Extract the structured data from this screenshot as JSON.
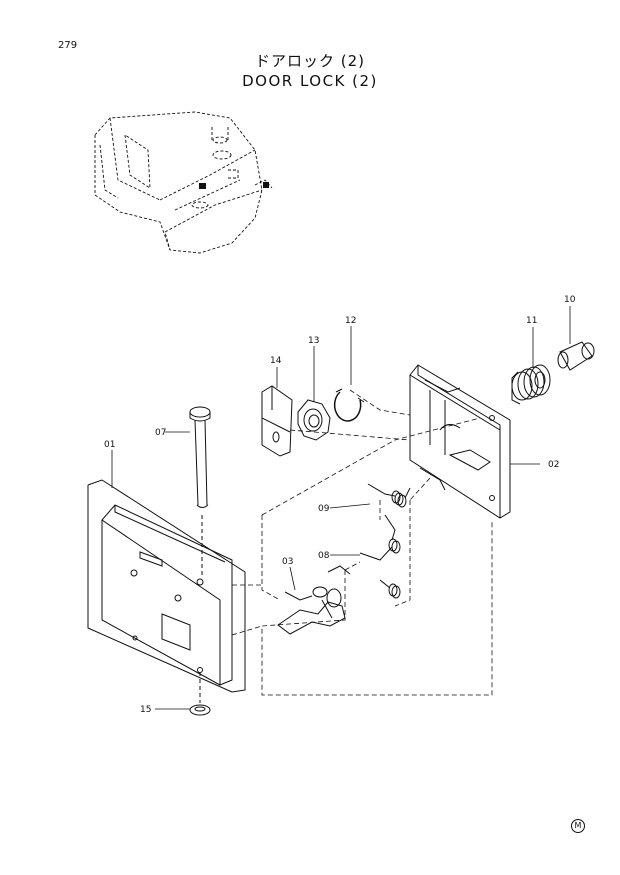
{
  "page_number": "279",
  "title_jp": "ドアロック (2)",
  "title_en": "DOOR LOCK (2)",
  "parts": {
    "p01": "01",
    "p02": "02",
    "p03": "03",
    "p07": "07",
    "p08": "08",
    "p09": "09",
    "p10": "10",
    "p11": "11",
    "p12": "12",
    "p13": "13",
    "p14": "14",
    "p15": "15"
  },
  "mark": "M"
}
